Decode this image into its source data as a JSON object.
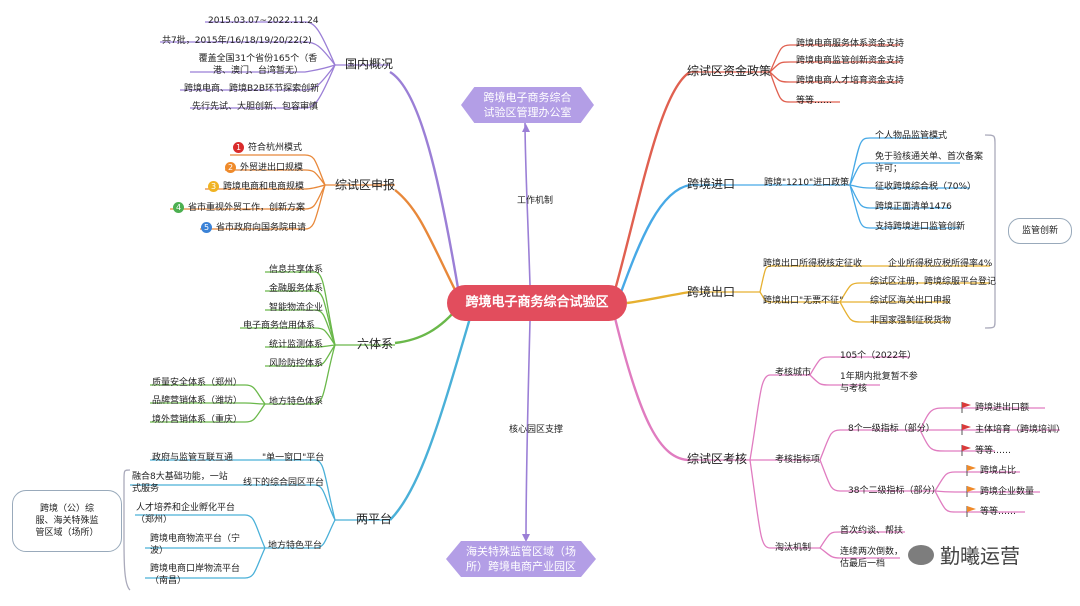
{
  "center": "跨境电子商务综合试验区",
  "hex_top": "跨境电子商务综合\n试验区管理办公室",
  "hex_bottom": "海关特殊监管区域（场\n所）跨境电商产业园区",
  "edge_labels": [
    "工作机制",
    "核心园区支撑"
  ],
  "left": [
    {
      "title": "国内概况",
      "items": [
        "2015.03.07~2022.11.24",
        "共7批，2015年/16/18/19/20/22(2)",
        "覆盖全国31个省份165个（香港、澳门、台湾暂无）",
        "跨境电商、跨境B2B环节探索创新",
        "先行先试、大胆创新、包容审慎"
      ]
    },
    {
      "title": "综试区申报",
      "items": [
        {
          "n": "1",
          "text": "符合杭州模式"
        },
        {
          "n": "2",
          "text": "外贸进出口规模"
        },
        {
          "n": "3",
          "text": "跨境电商和电商规模"
        },
        {
          "n": "4",
          "text": "省市重视外贸工作，创新方案"
        },
        {
          "n": "5",
          "text": "省市政府向国务院申请"
        }
      ]
    },
    {
      "title": "六体系",
      "items": [
        "信息共享体系",
        "金融服务体系",
        "智能物流企业",
        "电子商务信用体系",
        "统计监测体系",
        "风险防控体系",
        "地方特色体系"
      ],
      "sub": [
        "质量安全体系（郑州）",
        "品牌营销体系（潍坊）",
        "境外营销体系（重庆）"
      ]
    },
    {
      "title": "两平台",
      "items": [
        "\"单一窗口\"平台",
        "线下的综合园区平台",
        "地方特色平台"
      ],
      "sub": [
        "政府与监管互联互通",
        "融合8大基础功能，一站式服务",
        "人才培养和企业孵化平台（郑州）",
        "跨境电商物流平台（宁波）",
        "跨境电商口岸物流平台（南昌）"
      ],
      "bubble": "跨境（公）综\n服、海关特殊监\n管区域（场所）"
    }
  ],
  "right": [
    {
      "title": "综试区资金政策",
      "items": [
        "跨境电商服务体系资金支持",
        "跨境电商监管创新资金支持",
        "跨境电商人才培育资金支持",
        "等等……"
      ]
    },
    {
      "title": "跨境进口",
      "node": "跨境\"1210\"进口政策",
      "items": [
        "个人物品监管模式",
        "免于验核通关单、首次备案许可；",
        "征收跨境综合税（70%）",
        "跨境正面清单1476",
        "支持跨境进口监管创新"
      ],
      "bubble": "监管创新"
    },
    {
      "title": "跨境出口",
      "node1": "跨境出口所得税核定征收",
      "sub1": "企业所得税应税所得率4%",
      "node2": "跨境出口\"无票不征\"",
      "items": [
        "综试区注册，跨境综服平台登记",
        "综试区海关出口申报",
        "非国家强制征税货物"
      ]
    },
    {
      "title": "综试区考核",
      "cities": {
        "label": "考核城市",
        "items": [
          "105个（2022年）",
          "1年期内批复暂不参与考核"
        ]
      },
      "indicators": {
        "label": "考核指标项",
        "l1": "8个一级指标（部分）",
        "l1_items": [
          "跨境进出口额",
          "主体培育（跨境培训）",
          "等等……"
        ],
        "l2": "38个二级指标（部分）",
        "l2_items": [
          "跨境占比",
          "跨境企业数量",
          "等等……"
        ]
      },
      "elimination": {
        "label": "淘汰机制",
        "items": [
          "首次约谈、帮扶",
          "连续两次倒数，估最后一档"
        ]
      }
    }
  ],
  "watermark": "勤曦运营"
}
